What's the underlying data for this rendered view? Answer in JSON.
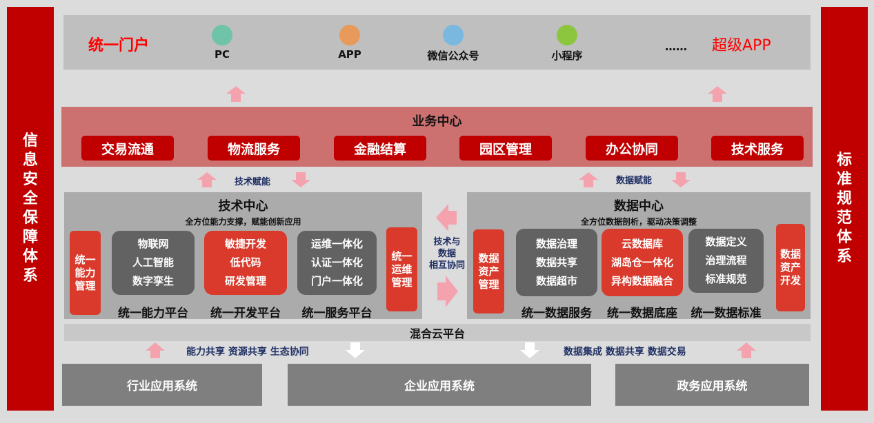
{
  "left_bar": "信息安全保障体系",
  "right_bar": "标准规范体系",
  "portal": {
    "title": "统一门户",
    "items": [
      {
        "label": "PC",
        "icon": "monitor-icon",
        "color": "#6fc3a8"
      },
      {
        "label": "APP",
        "icon": "phone-icon",
        "color": "#e79a5a"
      },
      {
        "label": "微信公众号",
        "icon": "cloud-icon",
        "color": "#7ab8e0"
      },
      {
        "label": "小程序",
        "icon": "wechat-icon",
        "color": "#8cc63f"
      }
    ],
    "ellipsis": "……",
    "super_app": "超级APP"
  },
  "business": {
    "title": "业务中心",
    "items": [
      "交易流通",
      "物流服务",
      "金融结算",
      "园区管理",
      "办公协同",
      "技术服务"
    ]
  },
  "tech_empower": "技术赋能",
  "data_empower": "数据赋能",
  "tech_center": {
    "title": "技术中心",
    "subtitle": "全方位能力支撑，赋能创新应用",
    "left": "统一能力管理",
    "right": "统一运维管理",
    "platforms": [
      {
        "lines": [
          "物联网",
          "人工智能",
          "数字孪生"
        ],
        "label": "统一能力平台"
      },
      {
        "lines": [
          "敏捷开发",
          "低代码",
          "研发管理"
        ],
        "label": "统一开发平台"
      },
      {
        "lines": [
          "运维一体化",
          "认证一体化",
          "门户一体化"
        ],
        "label": "统一服务平台"
      }
    ]
  },
  "collab": [
    "技术与",
    "数据",
    "相互协同"
  ],
  "data_center": {
    "title": "数据中心",
    "subtitle": "全方位数据剖析，驱动决策调整",
    "left": "数据资产管理",
    "right": "数据资产开发",
    "platforms": [
      {
        "lines": [
          "数据治理",
          "数据共享",
          "数据超市"
        ],
        "label": "统一数据服务"
      },
      {
        "lines": [
          "云数据库",
          "湖岛仓一体化",
          "异构数据融合"
        ],
        "label": "统一数据底座"
      },
      {
        "lines": [
          "数据定义",
          "治理流程",
          "标准规范"
        ],
        "label": "统一数据标准"
      }
    ]
  },
  "hybrid": "混合云平台",
  "share_left": "能力共享 资源共享 生态协同",
  "share_right": "数据集成 数据共享 数据交易",
  "bottom": [
    "行业应用系统",
    "企业应用系统",
    "政务应用系统"
  ]
}
